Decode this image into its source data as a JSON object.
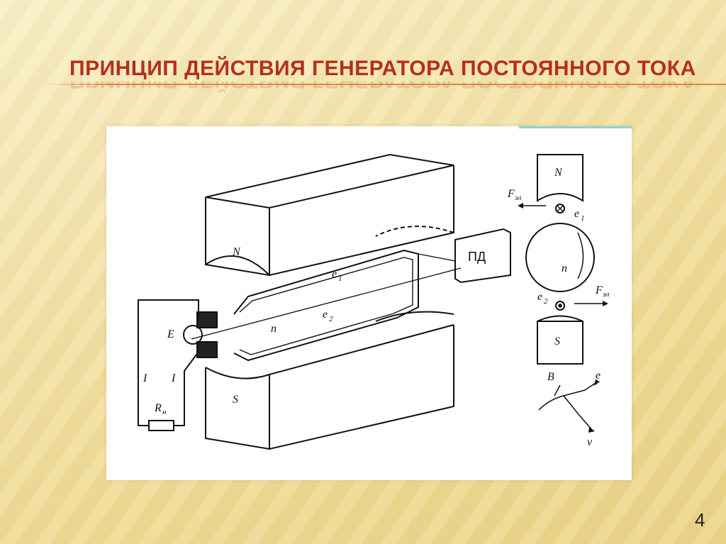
{
  "slide": {
    "title": "ПРИНЦИП ДЕЙСТВИЯ ГЕНЕРАТОРА ПОСТОЯННОГО ТОКА",
    "page_number": "4"
  },
  "diagram": {
    "pole_north": "N",
    "pole_south": "S",
    "drive_motor": "ПД",
    "emf_label": "E",
    "current_label": "I",
    "load_resistor": "R",
    "load_resistor_sub": "н",
    "rotation_label": "n",
    "emf1": "e",
    "emf1_sub": "1",
    "emf2": "e",
    "emf2_sub": "2",
    "force_label": "F",
    "force_sub": "эл",
    "field_label": "B",
    "emf_dir_label": "e",
    "velocity_label": "v"
  },
  "colors": {
    "title": "#b4301c",
    "rule": "#d9893a",
    "accent_strip": "#8fd2d0"
  }
}
